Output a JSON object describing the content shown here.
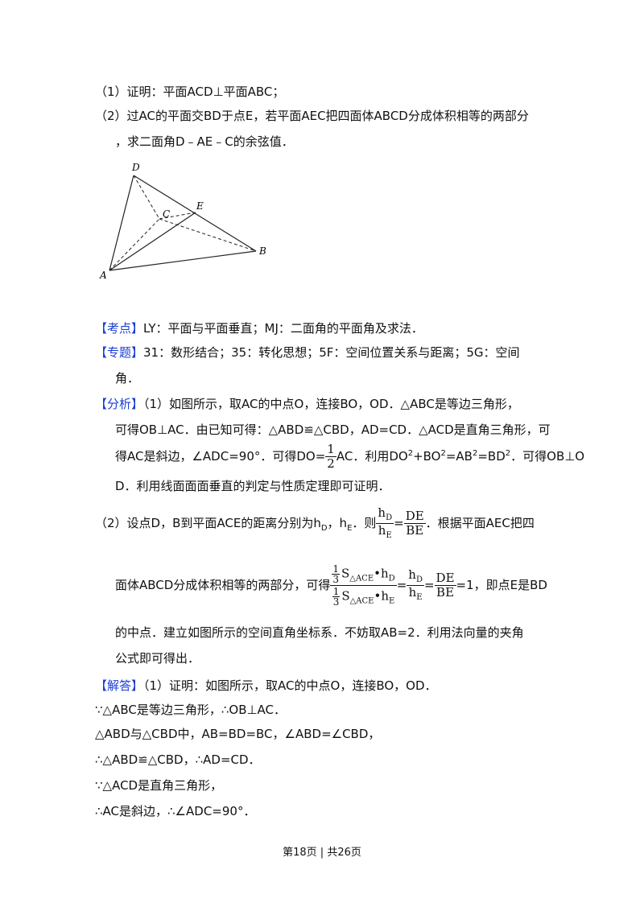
{
  "q": {
    "part1": "（1）证明：平面ACD⊥平面ABC；",
    "part2_a": "（2）过AC的平面交BD于点E，若平面AEC把四面体ABCD分成体积相等的两部分",
    "part2_b": "，求二面角D﹣AE﹣C的余弦值．"
  },
  "figure": {
    "labels": {
      "D": "D",
      "C": "C",
      "E": "E",
      "B": "B",
      "A": "A"
    }
  },
  "kaodian": {
    "tag": "【考点】",
    "text": "LY：平面与平面垂直；MJ：二面角的平面角及求法．"
  },
  "zhuanti": {
    "tag": "【专题】",
    "text1": "31：数形结合；35：转化思想；5F：空间位置关系与距离；5G：空间",
    "text2": "角．"
  },
  "fenxi": {
    "tag": "【分析】",
    "l1": "（1）如图所示，取AC的中点O，连接BO，OD．△ABC是等边三角形，",
    "l2": "可得OB⊥AC．由已知可得：△ABD≌△CBD，AD=CD．△ACD是直角三角形，可",
    "l3a": "得AC是斜边，∠ADC=90°．可得DO=",
    "half_num": "1",
    "half_den": "2",
    "l3b": "AC．利用DO",
    "sq": "2",
    "l3c": "+BO",
    "l3d": "=AB",
    "l3e": "=BD",
    "l3f": "．可得OB⊥O",
    "l4": "D．利用线面面面垂直的判定与性质定理即可证明．",
    "p2a": "（2）设点D，B到平面ACE的距离分别为h",
    "subD": "D",
    "p2b": "，h",
    "subE": "E",
    "p2c": "．则",
    "hD": "h",
    "DE": "DE",
    "BE": "BE",
    "p2d": "．根据平面AEC把四",
    "p3a": "面体ABCD分成体积相等的两部分，可得",
    "one": "1",
    "three": "3",
    "S": "S",
    "ACE": "△ACE",
    "dot": "•",
    "eq": "=",
    "p3b": "=1，即点E是BD",
    "p4": "的中点．建立如图所示的空间直角坐标系．不妨取AB=2．利用法向量的夹角",
    "p5": "公式即可得出．"
  },
  "jieda": {
    "tag": "【解答】",
    "l1": "（1）证明：如图所示，取AC的中点O，连接BO，OD．",
    "l2": "∵△ABC是等边三角形，∴OB⊥AC．",
    "l3": "△ABD与△CBD中，AB=BD=BC，∠ABD=∠CBD，",
    "l4": "∴△ABD≌△CBD，∴AD=CD．",
    "l5": "∵△ACD是直角三角形，",
    "l6": "∴AC是斜边，∴∠ADC=90°．"
  },
  "footer": {
    "left": "第18页",
    "sep": "|",
    "right": "共26页"
  }
}
